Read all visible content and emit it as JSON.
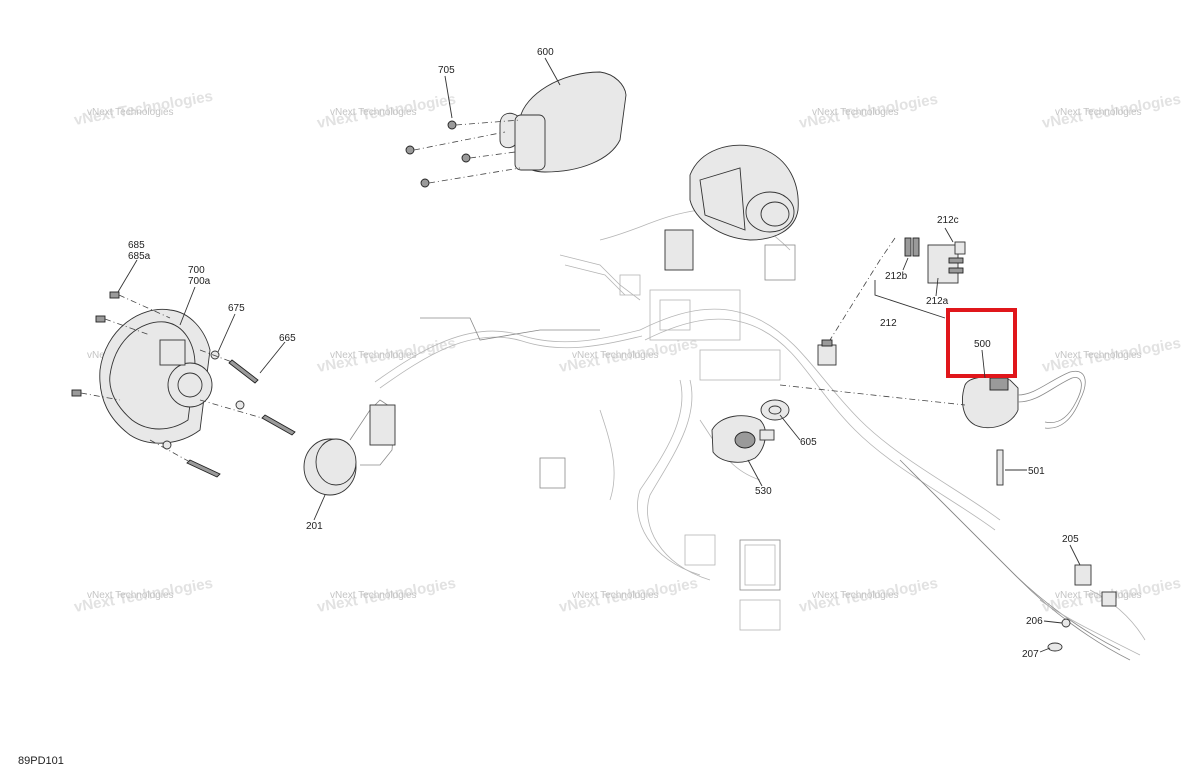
{
  "diagram_code": "89PD101",
  "watermark": {
    "line1": "vNext Technologies",
    "line2": "vNext Technologies"
  },
  "callouts": {
    "c705": "705",
    "c600": "600",
    "c685": "685",
    "c685a": "685a",
    "c700": "700",
    "c700a": "700a",
    "c675": "675",
    "c665": "665",
    "c201": "201",
    "c212c": "212c",
    "c212b": "212b",
    "c212a": "212a",
    "c212": "212",
    "c500": "500",
    "c605": "605",
    "c530": "530",
    "c501": "501",
    "c205": "205",
    "c206": "206",
    "c207": "207"
  },
  "highlight": {
    "part": "500",
    "color": "#e0161b"
  }
}
